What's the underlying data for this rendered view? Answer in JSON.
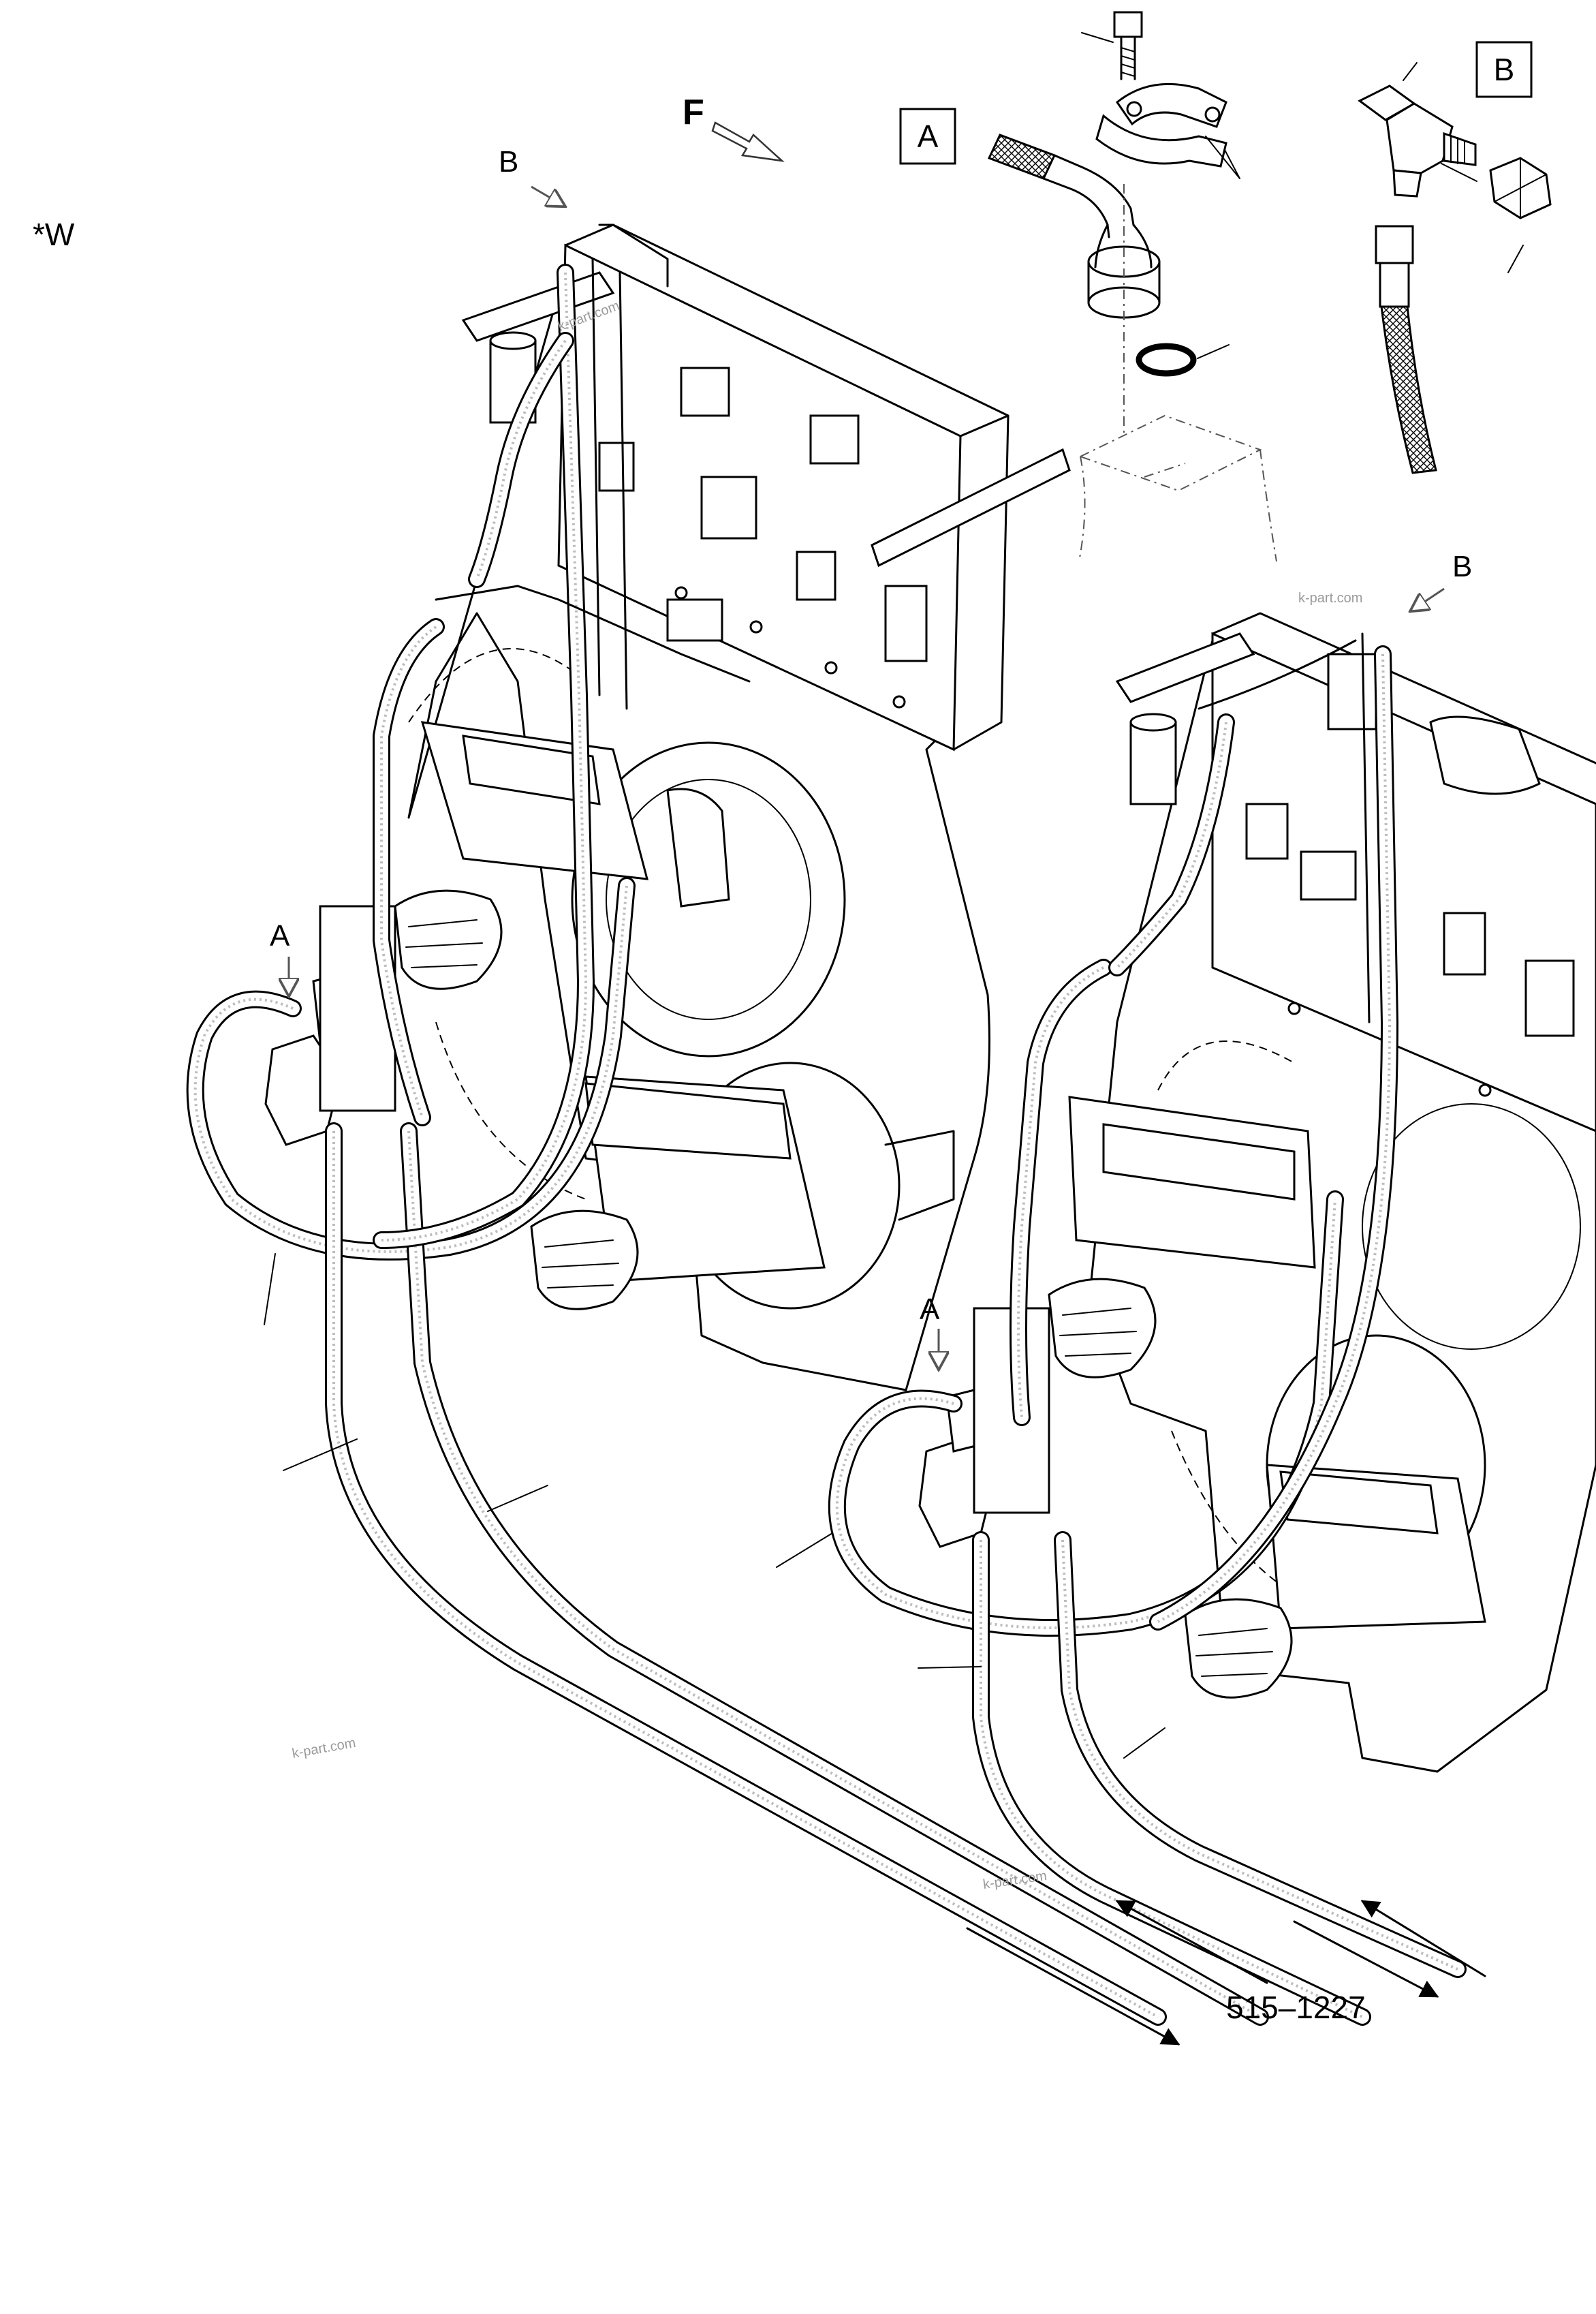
{
  "figure": {
    "variant_mark": "*W",
    "part_number": "515–1227",
    "watermark": "k-part.com",
    "view_arrow_label": "F"
  },
  "detail_boxes": [
    {
      "id": "A",
      "label": "A"
    },
    {
      "id": "B",
      "label": "B"
    }
  ],
  "view_callouts": [
    {
      "label": "B"
    },
    {
      "label": "B"
    },
    {
      "label": "A"
    },
    {
      "label": "A"
    }
  ]
}
